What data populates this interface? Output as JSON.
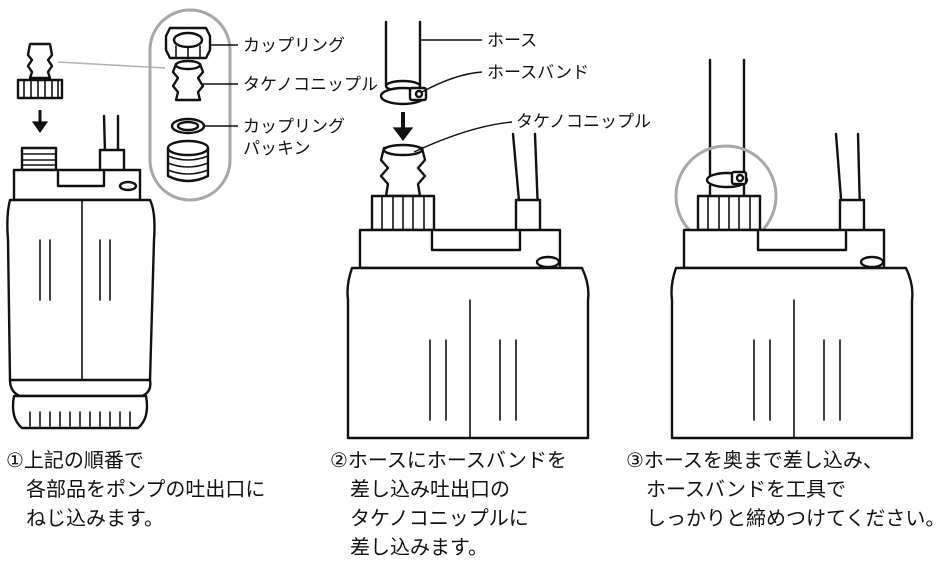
{
  "labels": {
    "coupling_ring": "カップリング",
    "takenoko_nipple_1": "タケノコニップル",
    "coupling_ring_packing_1": "カップリング",
    "coupling_ring_packing_2": "パッキン",
    "hose": "ホース",
    "hose_band": "ホースバンド",
    "takenoko_nipple_2": "タケノコニップル"
  },
  "steps": [
    {
      "lines": [
        "①上記の順番で",
        "各部品をポンプの吐出口に",
        "ねじ込みます。"
      ]
    },
    {
      "lines": [
        "②ホースにホースバンドを",
        "差し込み吐出口の",
        "タケノコニップルに",
        "差し込みます。"
      ]
    },
    {
      "lines": [
        "③ホースを奥まで差し込み、",
        "ホースバンドを工具で",
        "しっかりと締めつけてください。"
      ]
    }
  ],
  "colors": {
    "highlight": "#a8a8a8",
    "ink": "#111111"
  },
  "icons": [
    "down-arrow-icon"
  ]
}
